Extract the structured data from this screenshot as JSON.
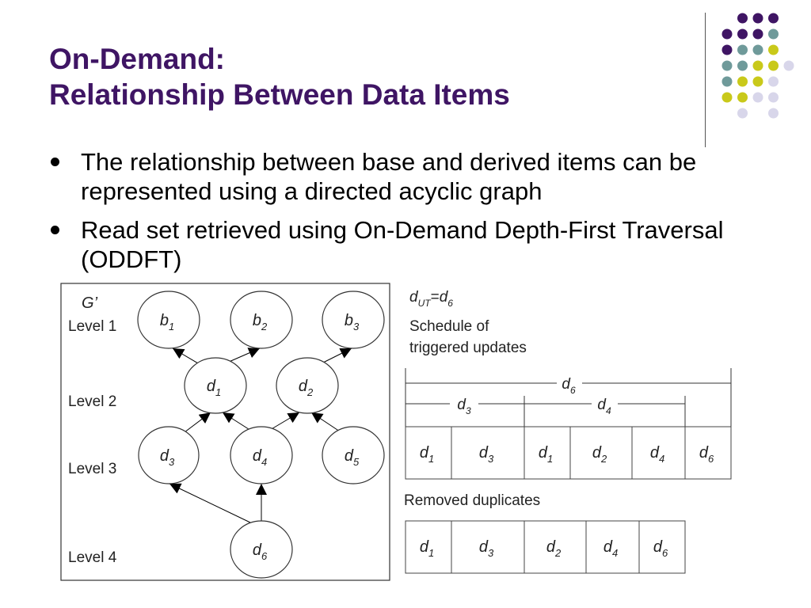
{
  "slide": {
    "title_line1": "On-Demand:",
    "title_line2": "Relationship Between Data Items",
    "bullets": [
      "The relationship between base and derived items can be represented using a directed acyclic graph",
      "Read set retrieved using On-Demand Depth-First Traversal (ODDFT)"
    ]
  },
  "colors": {
    "title": "#3f1564",
    "purple": "#3f1564",
    "teal": "#6f9a9a",
    "yellow": "#c9c91a",
    "lavender": "#d8d6ea"
  },
  "graph": {
    "label_main": "G",
    "label_prime": "’",
    "levels": [
      "Level 1",
      "Level 2",
      "Level 3",
      "Level 4"
    ],
    "nodes": [
      {
        "name": "b",
        "sub": "1"
      },
      {
        "name": "b",
        "sub": "2"
      },
      {
        "name": "b",
        "sub": "3"
      },
      {
        "name": "d",
        "sub": "1"
      },
      {
        "name": "d",
        "sub": "2"
      },
      {
        "name": "d",
        "sub": "3"
      },
      {
        "name": "d",
        "sub": "4"
      },
      {
        "name": "d",
        "sub": "5"
      },
      {
        "name": "d",
        "sub": "6"
      }
    ]
  },
  "schedule": {
    "dut_d": "d",
    "dut_sub": "UT",
    "dut_eq": "=",
    "dut_d6": "d",
    "dut_d6_sub": "6",
    "caption_line1": "Schedule of",
    "caption_line2": "triggered updates",
    "span_outer": {
      "name": "d",
      "sub": "6"
    },
    "span_left": {
      "name": "d",
      "sub": "3"
    },
    "span_right": {
      "name": "d",
      "sub": "4"
    },
    "cells": [
      {
        "name": "d",
        "sub": "1"
      },
      {
        "name": "d",
        "sub": "3"
      },
      {
        "name": "d",
        "sub": "1"
      },
      {
        "name": "d",
        "sub": "2"
      },
      {
        "name": "d",
        "sub": "4"
      },
      {
        "name": "d",
        "sub": "6"
      }
    ],
    "removed_caption": "Removed duplicates",
    "removed_cells": [
      {
        "name": "d",
        "sub": "1"
      },
      {
        "name": "d",
        "sub": "3"
      },
      {
        "name": "d",
        "sub": "2"
      },
      {
        "name": "d",
        "sub": "4"
      },
      {
        "name": "d",
        "sub": "6"
      }
    ]
  }
}
